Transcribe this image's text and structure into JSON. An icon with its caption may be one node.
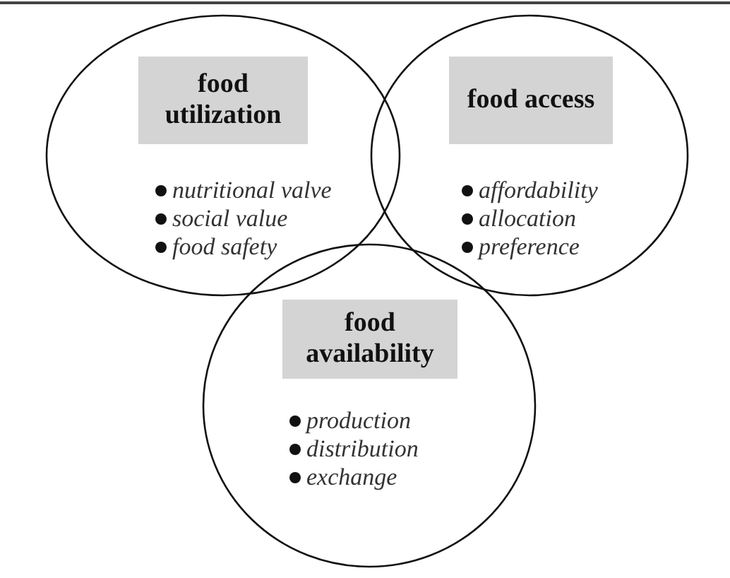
{
  "diagram": {
    "nodes": [
      {
        "text": [
          "nutritional valve",
          "social value",
          "food safety"
        ]
      },
      {
        "text": [
          "food utilization"
        ],
        "in": 0
      },
      {
        "text": [
          "affordability",
          "allocation",
          "preference"
        ]
      },
      {
        "text": [
          "food access"
        ],
        "in": 2
      },
      {
        "text": [
          "production",
          "distribution",
          "exchange"
        ]
      },
      {
        "text": [
          "food availability"
        ],
        "in": 4
      }
    ],
    "edges": []
  }
}
